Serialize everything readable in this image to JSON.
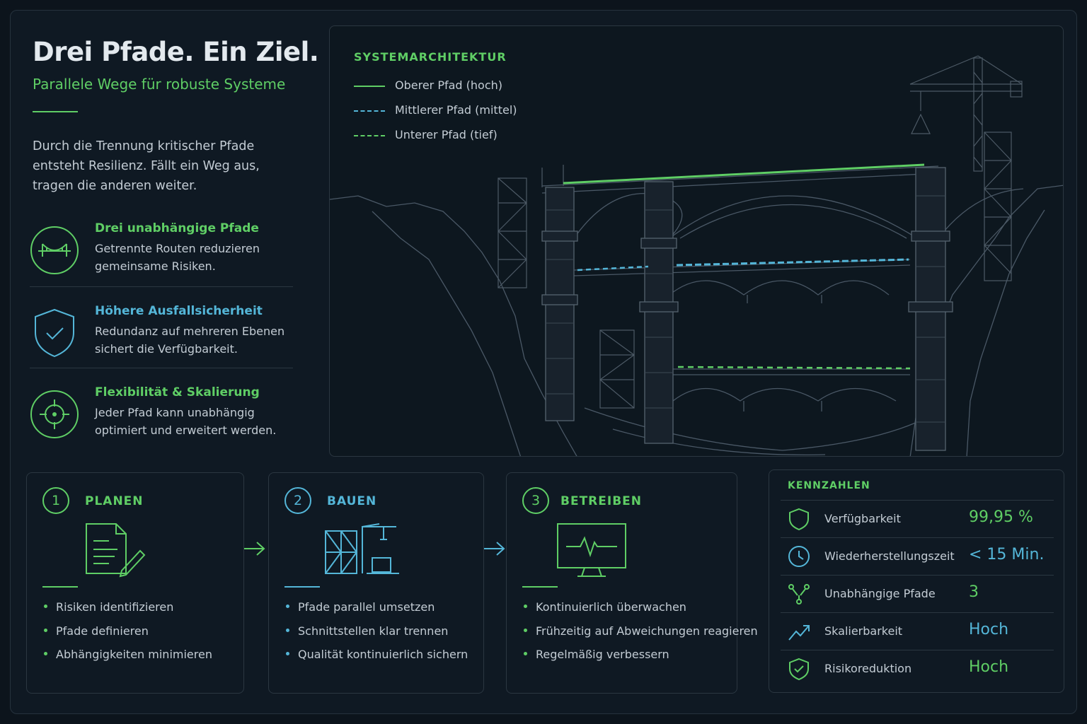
{
  "header": {
    "title": "Drei Pfade. Ein Ziel.",
    "subtitle": "Parallele Wege für robuste Systeme",
    "intro": "Durch die Trennung kritischer Pfade entsteht Resilienz. Fällt ein Weg aus, tragen die anderen weiter."
  },
  "features": [
    {
      "icon": "bridge-icon",
      "title": "Drei unabhängige Pfade",
      "desc": "Getrennte Routen reduzieren gemeinsame Risiken.",
      "color": "#5fce65"
    },
    {
      "icon": "shield-check-icon",
      "title": "Höhere Ausfallsicherheit",
      "desc": "Redundanz auf mehreren Ebenen sichert die Verfügbarkeit.",
      "color": "#54b6d8"
    },
    {
      "icon": "target-icon",
      "title": "Flexibilität & Skalierung",
      "desc": "Jeder Pfad kann unabhängig optimiert und erweitert werden.",
      "color": "#5fce65"
    }
  ],
  "architecture": {
    "title": "SYSTEMARCHITEKTUR",
    "legend": [
      {
        "label": "Oberer Pfad (hoch)",
        "style": "solid",
        "color": "#5fce65"
      },
      {
        "label": "Mittlerer Pfad (mittel)",
        "style": "dashed",
        "color": "#54b6d8"
      },
      {
        "label": "Unterer Pfad (tief)",
        "style": "dashed",
        "color": "#5fce65"
      }
    ]
  },
  "steps": [
    {
      "num": "1",
      "title": "PLANEN",
      "icon": "document-pen-icon",
      "color": "#5fce65",
      "items": [
        "Risiken identifizieren",
        "Pfade definieren",
        "Abhängigkeiten minimieren"
      ]
    },
    {
      "num": "2",
      "title": "BAUEN",
      "icon": "construction-crane-icon",
      "color": "#54b6d8",
      "items": [
        "Pfade parallel umsetzen",
        "Schnittstellen klar trennen",
        "Qualität kontinuierlich sichern"
      ]
    },
    {
      "num": "3",
      "title": "BETREIBEN",
      "icon": "monitor-pulse-icon",
      "color": "#5fce65",
      "items": [
        "Kontinuierlich überwachen",
        "Frühzeitig auf Abweichungen reagieren",
        "Regelmäßig verbessern"
      ]
    }
  ],
  "kpis": {
    "title": "KENNZAHLEN",
    "rows": [
      {
        "icon": "shield-icon",
        "label": "Verfügbarkeit",
        "value": "99,95 %",
        "color": "#5fce65"
      },
      {
        "icon": "clock-icon",
        "label": "Wiederherstellungszeit",
        "value": "< 15 Min.",
        "color": "#54b6d8"
      },
      {
        "icon": "branch-icon",
        "label": "Unabhängige Pfade",
        "value": "3",
        "color": "#5fce65"
      },
      {
        "icon": "trend-up-icon",
        "label": "Skalierbarkeit",
        "value": "Hoch",
        "color": "#54b6d8"
      },
      {
        "icon": "shield-check-icon",
        "label": "Risikoreduktion",
        "value": "Hoch",
        "color": "#5fce65"
      }
    ]
  }
}
